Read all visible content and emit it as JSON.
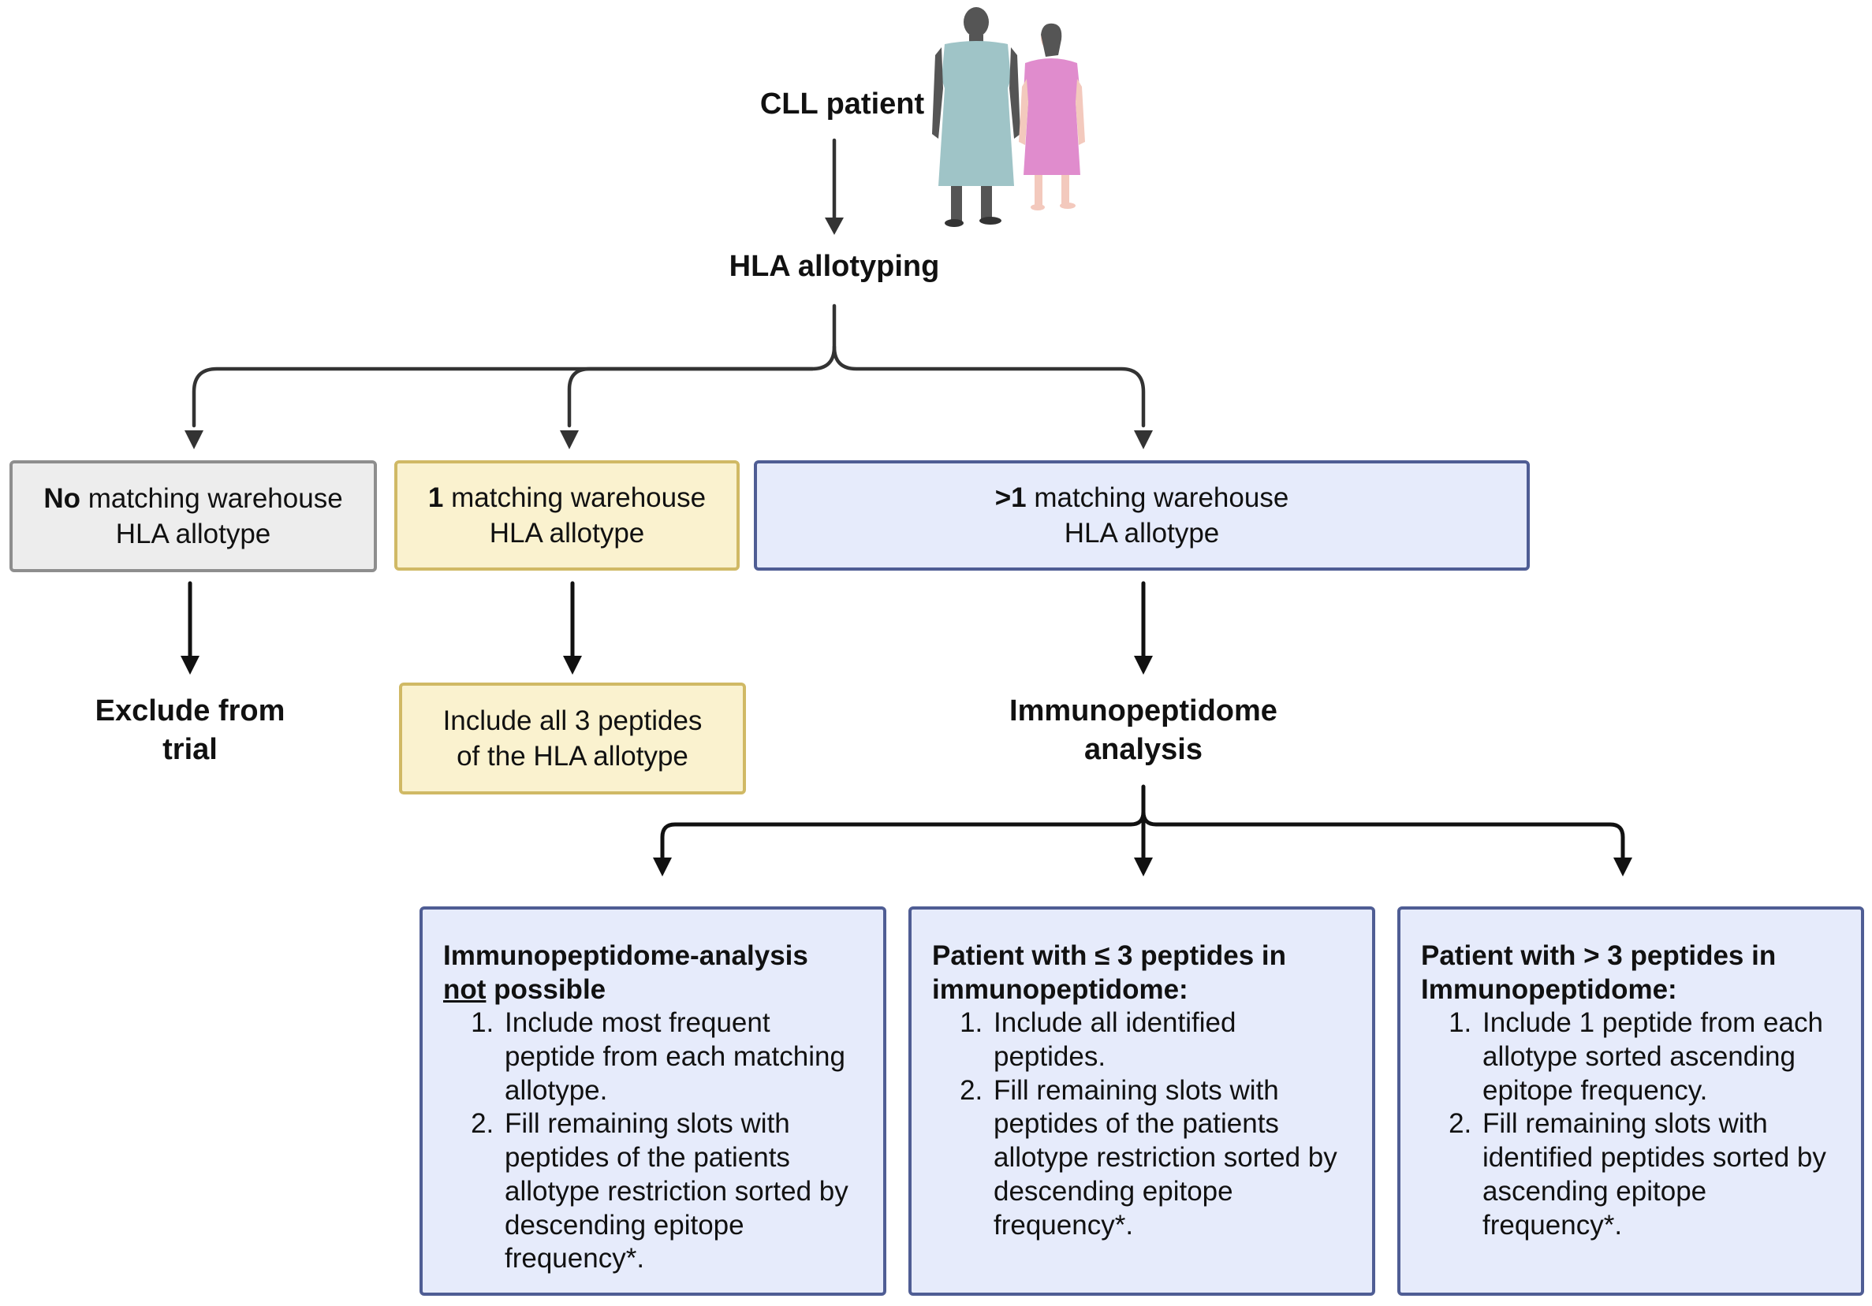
{
  "nodes": {
    "patient": "CLL patient",
    "allotyping": "HLA allotyping",
    "branch_none": {
      "bold": "No",
      "rest": " matching warehouse",
      "line2": "HLA allotype"
    },
    "branch_one": {
      "bold": "1",
      "rest": " matching warehouse",
      "line2": "HLA allotype"
    },
    "branch_many": {
      "bold": ">1",
      "rest": " matching warehouse",
      "line2": "HLA allotype"
    },
    "exclude": {
      "line1": "Exclude from",
      "line2": "trial"
    },
    "include_all": {
      "line1": "Include all 3 peptides",
      "line2": "of the HLA allotype"
    },
    "immuno": {
      "line1": "Immunopeptidome",
      "line2": "analysis"
    }
  },
  "rules": [
    {
      "title_pre": "Immunopeptidome-analysis",
      "title_u": "not",
      "title_post": " possible",
      "items": [
        "Include most frequent peptide from each matching allotype.",
        "Fill remaining slots with peptides of the patients allotype restriction sorted by descending epitope frequency*."
      ]
    },
    {
      "title_pre": "Patient with ≤ 3 peptides in immunopeptidome:",
      "items": [
        "Include all identified peptides.",
        "Fill remaining slots with peptides of the patients allotype restriction sorted by descending epitope frequency*."
      ]
    },
    {
      "title_pre": "Patient with > 3 peptides in Immunopeptidome:",
      "items": [
        "Include 1 peptide from each allotype sorted ascending epitope frequency.",
        "Fill remaining slots with identified peptides sorted by ascending epitope frequency*."
      ]
    }
  ],
  "colors": {
    "gray_fill": "#ededed",
    "gray_border": "#8e8e8e",
    "yellow_fill": "#faf2cf",
    "yellow_border": "#d0b965",
    "blue_fill": "#e6ebfb",
    "blue_border": "#4f5d94",
    "connector": "#333333",
    "male_gown": "#9fc4c7",
    "female_gown": "#e08ccd",
    "skin_dark": "#555555",
    "skin_light": "#f3c9bd"
  },
  "icons": [
    "male-patient-icon",
    "female-patient-icon"
  ]
}
